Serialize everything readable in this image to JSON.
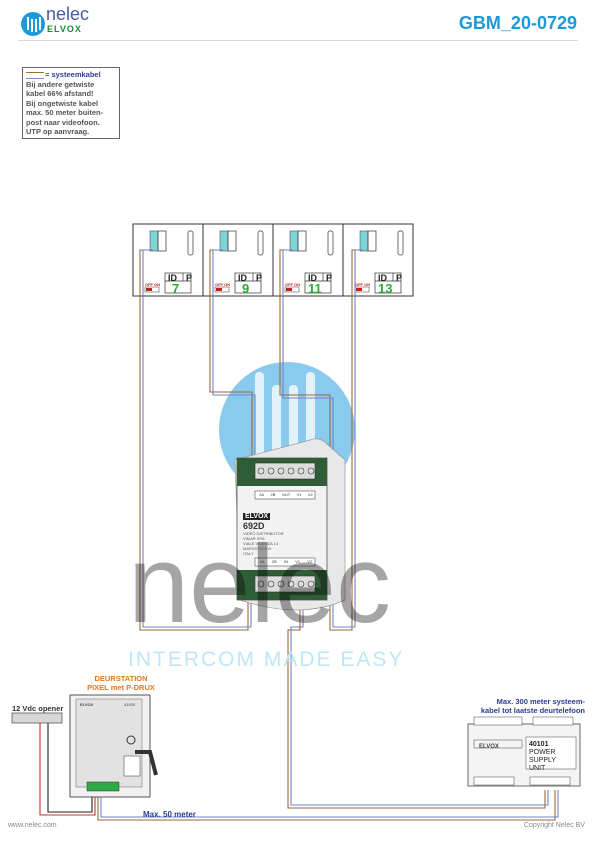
{
  "header": {
    "logo_name": "nelec",
    "logo_brand": "ELVOX",
    "document_code": "GBM_20-0729"
  },
  "legend": {
    "line1": "= systeemkabel",
    "line2": "Bij andere getwiste",
    "line3": "kabel 66% afstand!",
    "line4": "Bij ongetwiste kabel",
    "line5": "max. 50 meter buiten-",
    "line6": "post naar videofoon.",
    "line7": "UTP op aanvraag."
  },
  "monitors": [
    {
      "id_label": "ID",
      "p_label": "P",
      "switch_label": "OFF ON",
      "number": "7"
    },
    {
      "id_label": "ID",
      "p_label": "P",
      "switch_label": "OFF ON",
      "number": "9"
    },
    {
      "id_label": "ID",
      "p_label": "P",
      "switch_label": "OFF ON",
      "number": "11"
    },
    {
      "id_label": "ID",
      "p_label": "P",
      "switch_label": "OFF ON",
      "number": "13"
    }
  ],
  "distributor": {
    "brand": "ELVOX",
    "model": "692D",
    "description": "VIDEO DISTRIBUTOR\nVIMAR SPA\nVIALE VICENZA 14\nMAROSTICA VI\nITALY",
    "top_terminals": [
      "2A",
      "2B",
      "OUT",
      "V1",
      "V2"
    ],
    "bottom_terminals": [
      "2A",
      "2B",
      "IN",
      "V1",
      "V2"
    ]
  },
  "door_station": {
    "title_line1": "DEURSTATION",
    "title_line2": "PIXEL met P-DRUX",
    "brand": "ELVOX",
    "code": "41000"
  },
  "opener": {
    "label": "12 Vdc opener"
  },
  "power_supply": {
    "brand": "ELVOX",
    "code": "40101",
    "line1": "POWER",
    "line2": "SUPPLY",
    "line3": "UNIT"
  },
  "notes": {
    "max300_line1": "Max. 300 meter systeem-",
    "max300_line2": "kabel tot laatste deurtelefoon",
    "max50": "Max. 50 meter"
  },
  "watermark": {
    "word": "nelec",
    "tagline": "INTERCOM MADE EASY"
  },
  "footer": {
    "website": "www.nelec.com",
    "copyright": "Copyright Nelec BV"
  },
  "colors": {
    "brand_blue": "#1a9ad8",
    "cable_brown": "#9a6a3a",
    "cable_blue": "#6f84c4",
    "cable_red": "#d03030",
    "monitor_number_green": "#2ea836",
    "accent_orange": "#e07a1e"
  }
}
